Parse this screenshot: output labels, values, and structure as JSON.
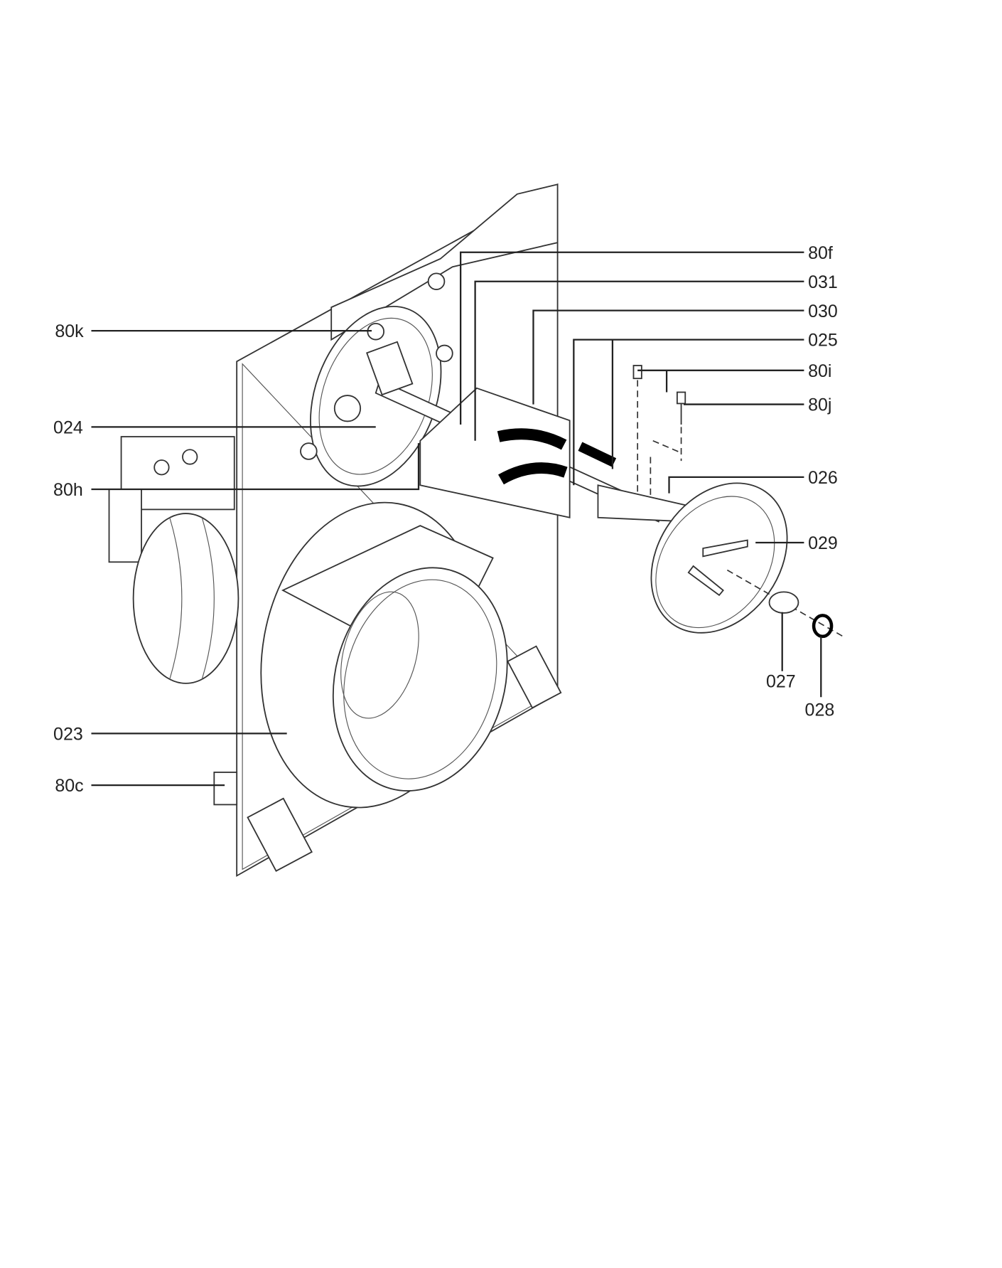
{
  "diagram": {
    "type": "exploded-parts-view",
    "callouts": {
      "c80f": "80f",
      "c031": "031",
      "c030": "030",
      "c025": "025",
      "c80i": "80i",
      "c80j": "80j",
      "c026": "026",
      "c029": "029",
      "c027": "027",
      "c028": "028",
      "c80k": "80k",
      "c024": "024",
      "c80h": "80h",
      "c023": "023",
      "c80c": "80c"
    }
  }
}
